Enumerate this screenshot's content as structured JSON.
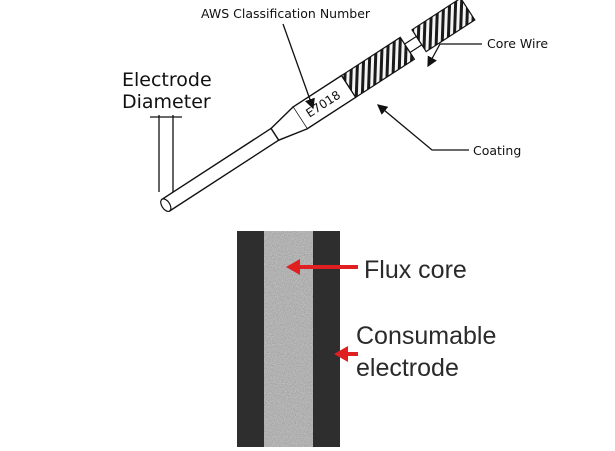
{
  "top_diagram": {
    "aws_label": "AWS Classification Number",
    "core_wire_label": "Core Wire",
    "coating_label": "Coating",
    "diameter_label_line1": "Electrode",
    "diameter_label_line2": "Diameter",
    "rod_marking": "E7018"
  },
  "bottom_diagram": {
    "flux_core_label": "Flux core",
    "consumable_label_line1": "Consumable",
    "consumable_label_line2": "electrode"
  },
  "colors": {
    "arrow_red": "#e02020",
    "outer_sheath": "#2e2e2e",
    "flux_fill": "#a8a8a8",
    "line": "#111111"
  }
}
